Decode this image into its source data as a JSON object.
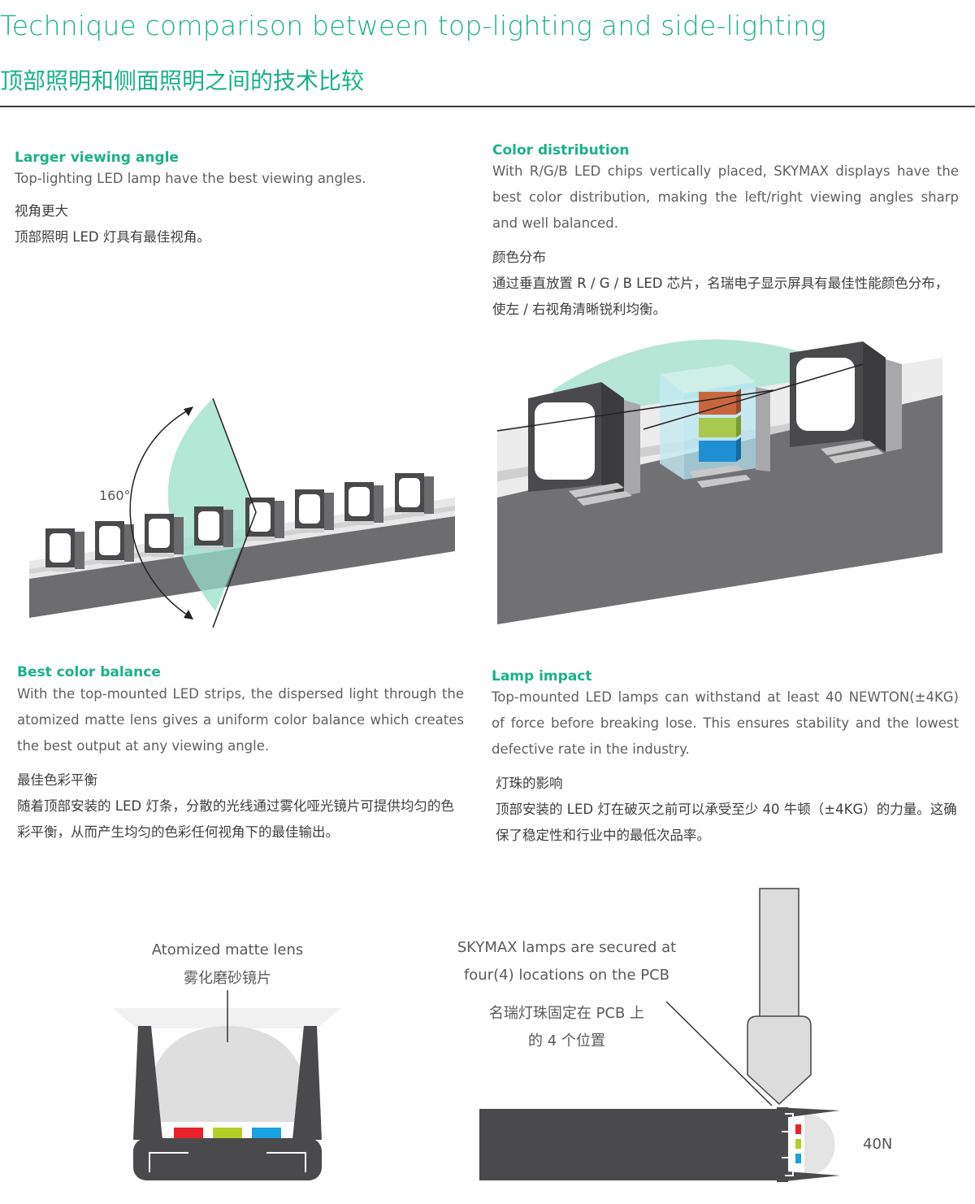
{
  "header": {
    "title_en": "Technique comparison between top-lighting and side-lighting",
    "title_zh": "顶部照明和侧面照明之间的技术比较"
  },
  "sections": {
    "viewing_angle": {
      "heading": "Larger viewing angle",
      "body": "Top-lighting LED lamp have the best viewing angles.",
      "zh_heading": "视角更大",
      "zh_body": "顶部照明 LED 灯具有最佳视角。",
      "angle_label": "160°"
    },
    "color_distribution": {
      "heading": "Color distribution",
      "body": "With R/G/B LED chips vertically placed, SKYMAX displays have the best color distribution, making the left/right viewing angles sharp and well balanced.",
      "zh_heading": "颜色分布",
      "zh_body": "通过垂直放置 R / G / B LED 芯片，名瑞电子显示屏具有最佳性能颜色分布，使左 / 右视角清晰锐利均衡。"
    },
    "color_balance": {
      "heading": "Best color balance",
      "body": "With the top-mounted LED strips, the dispersed light through the atomized matte lens gives a uniform color balance which creates the best output at any viewing angle.",
      "zh_heading": "最佳色彩平衡",
      "zh_body": "随着顶部安装的 LED 灯条，分散的光线通过雾化哑光镜片可提供均匀的色彩平衡，从而产生均匀的色彩任何视角下的最佳输出。"
    },
    "lamp_impact": {
      "heading": "Lamp impact",
      "body": "Top-mounted LED lamps can withstand at least 40 NEWTON(±4KG) of force before breaking lose. This ensures stability and the lowest defective rate in the industry.",
      "zh_heading": "灯珠的影响",
      "zh_body": "顶部安装的 LED 灯在破灭之前可以承受至少 40 牛顿（±4KG）的力量。这确保了稳定性和行业中的最低次品率。"
    }
  },
  "figures": {
    "lens": {
      "caption_en": "Atomized matte lens",
      "caption_zh": "雾化磨砂镜片"
    },
    "pcb": {
      "caption_en_1": "SKYMAX lamps are secured at",
      "caption_en_2": "four(4) locations on the PCB",
      "caption_zh_1": "名瑞灯珠固定在 PCB 上",
      "caption_zh_2": "的 4 个位置",
      "force_label": "40N"
    }
  },
  "colors": {
    "accent": "#1ab18a",
    "glow": "#9adfc8",
    "red": "#e8222c",
    "green": "#b4cf2a",
    "blue": "#1aa3e0",
    "dark": "#4a4a4c"
  }
}
